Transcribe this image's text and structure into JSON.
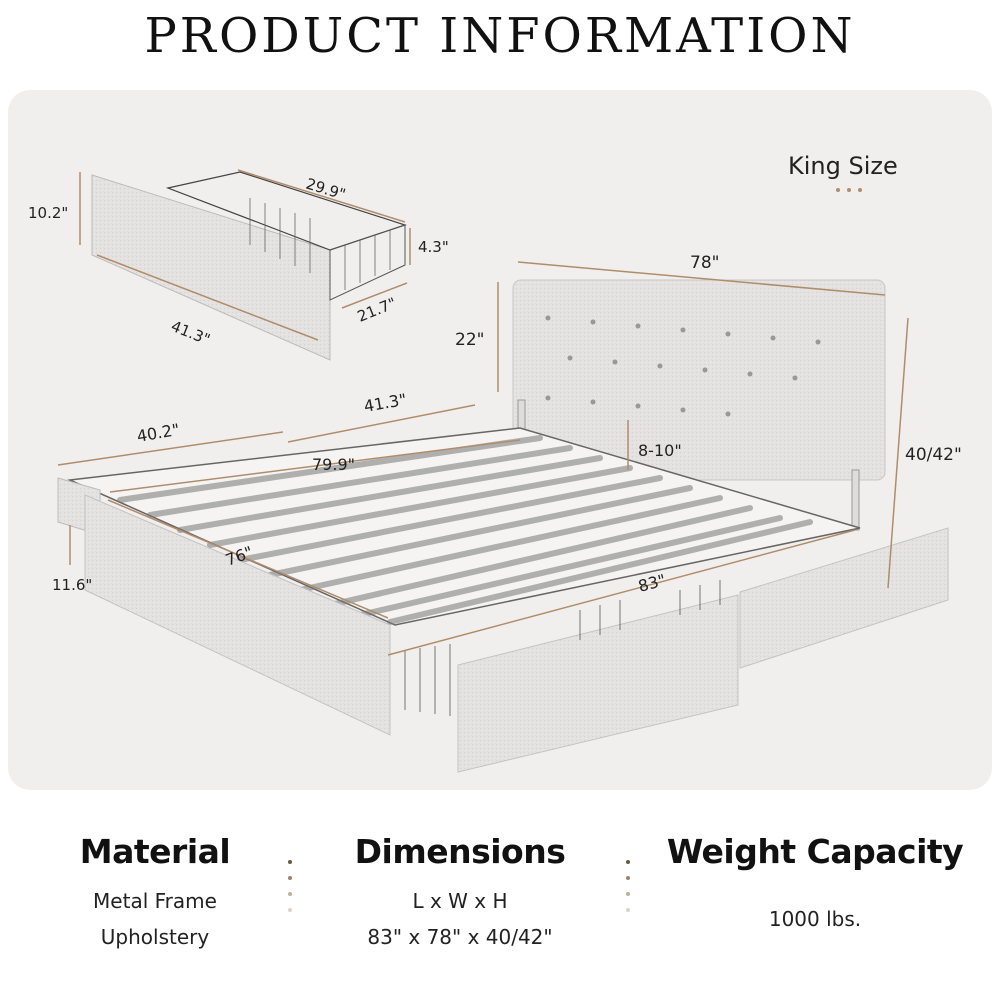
{
  "title": "PRODUCT INFORMATION",
  "size_label": "King Size",
  "accent_color": "#b08d6a",
  "drawer_dims": {
    "length": "29.9\"",
    "height": "10.2\"",
    "depth": "41.3\"",
    "basket_h": "4.3\"",
    "width": "21.7\""
  },
  "bed_dims": {
    "headboard_w": "78\"",
    "headboard_h": "22\"",
    "rail_right": "41.3\"",
    "rail_left": "40.2\"",
    "inner_len": "79.9\"",
    "clearance": "8-10\"",
    "total_h": "40/42\"",
    "inner_w": "76\"",
    "total_len": "83\"",
    "side_h": "11.6\""
  },
  "specs": {
    "material": {
      "title": "Material",
      "lines": [
        "Metal Frame",
        "Upholstery"
      ]
    },
    "dimensions": {
      "title": "Dimensions",
      "lines": [
        "L x W x H",
        "83\" x 78\" x 40/42\""
      ]
    },
    "weight": {
      "title": "Weight Capacity",
      "lines": [
        "1000 lbs."
      ]
    }
  }
}
